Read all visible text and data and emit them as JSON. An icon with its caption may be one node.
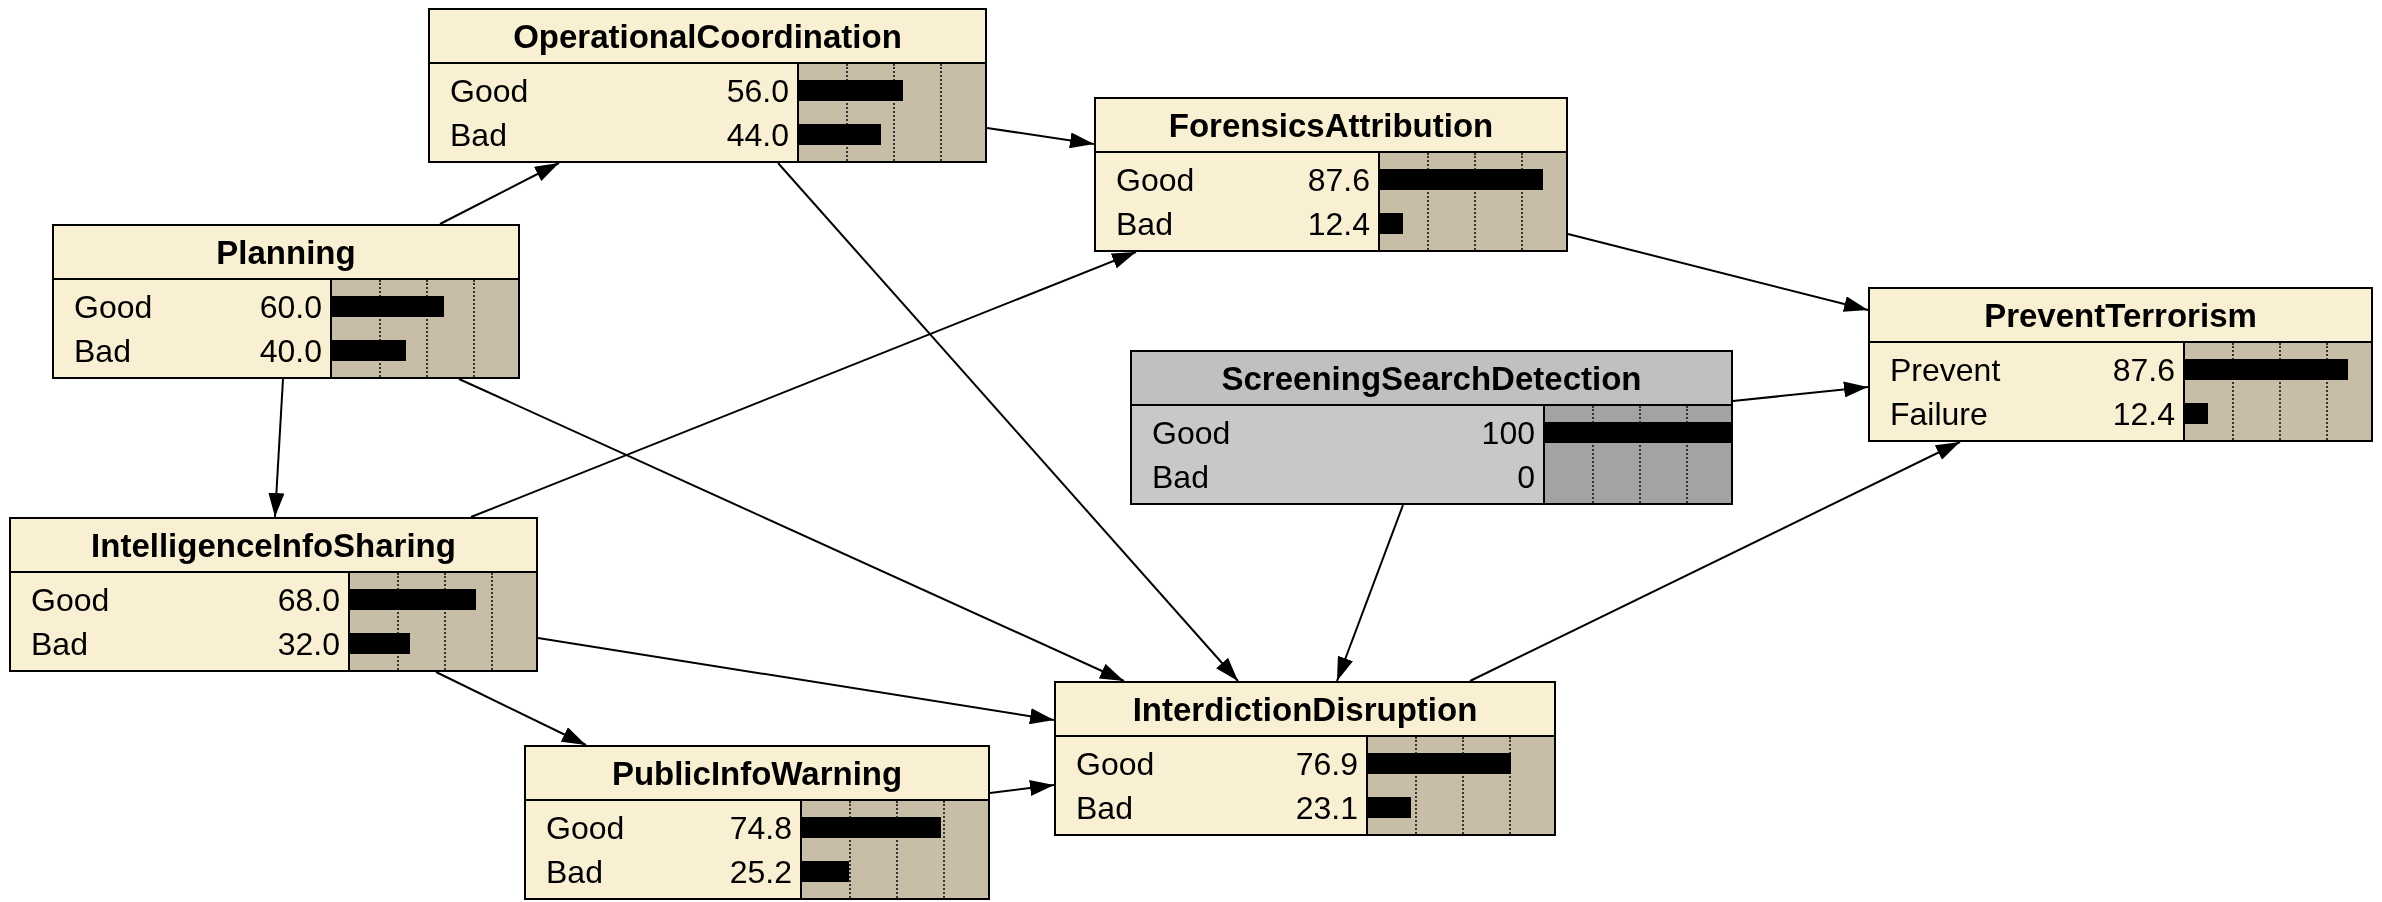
{
  "diagram": {
    "nodes": [
      {
        "text": [
          "OperationalCoordination",
          "Good",
          "56.0",
          "Bad",
          "44.0"
        ]
      },
      {
        "text": [
          "ForensicsAttribution",
          "Good",
          "87.6",
          "Bad",
          "12.4"
        ]
      },
      {
        "text": [
          "Planning",
          "Good",
          "60.0",
          "Bad",
          "40.0"
        ]
      },
      {
        "text": [
          "PreventTerrorism",
          "Prevent",
          "87.6",
          "Failure",
          "12.4"
        ]
      },
      {
        "text": [
          "ScreeningSearchDetection",
          "Good",
          "100",
          "Bad",
          "0"
        ]
      },
      {
        "text": [
          "IntelligenceInfoSharing",
          "Good",
          "68.0",
          "Bad",
          "32.0"
        ]
      },
      {
        "text": [
          "InterdictionDisruption",
          "Good",
          "76.9",
          "Bad",
          "23.1"
        ]
      },
      {
        "text": [
          "PublicInfoWarning",
          "Good",
          "74.8",
          "Bad",
          "25.2"
        ]
      }
    ],
    "edges": [
      {
        "from": 2,
        "to": 0,
        "arrow": "to"
      },
      {
        "from": 0,
        "to": 1,
        "arrow": "to"
      },
      {
        "from": 0,
        "to": 6,
        "arrow": "to"
      },
      {
        "from": 2,
        "to": 5,
        "arrow": "to"
      },
      {
        "from": 2,
        "to": 6,
        "arrow": "to"
      },
      {
        "from": 5,
        "to": 1,
        "arrow": "to"
      },
      {
        "from": 5,
        "to": 6,
        "arrow": "to"
      },
      {
        "from": 5,
        "to": 7,
        "arrow": "to"
      },
      {
        "from": 7,
        "to": 6,
        "arrow": "to"
      },
      {
        "from": 1,
        "to": 3,
        "arrow": "to"
      },
      {
        "from": 4,
        "to": 3,
        "arrow": "to"
      },
      {
        "from": 4,
        "to": 6,
        "arrow": "to"
      },
      {
        "from": 6,
        "to": 3,
        "arrow": "to"
      }
    ]
  }
}
